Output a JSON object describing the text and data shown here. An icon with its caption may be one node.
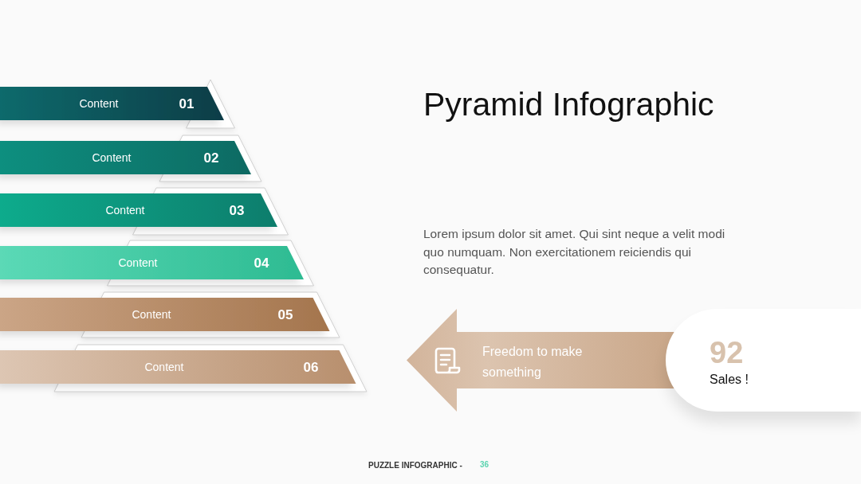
{
  "diagram": {
    "title": "Pyramid Infographic",
    "nodes": [
      {
        "text": [
          "Content",
          "01"
        ]
      },
      {
        "text": [
          "Content",
          "02"
        ]
      },
      {
        "text": [
          "Content",
          "03"
        ]
      },
      {
        "text": [
          "Content",
          "04"
        ]
      },
      {
        "text": [
          "Content",
          "05"
        ]
      },
      {
        "text": [
          "Content",
          "06"
        ]
      },
      {
        "text": [
          "Freedom to make something"
        ]
      },
      {
        "text": [
          "92",
          "Sales !"
        ]
      }
    ],
    "labels": [
      "Lorem ipsum dolor sit amet. Qui sint neque a velit modi quo numquam. Non exercitationem reiciendis qui consequatur.",
      "PUZZLE INFOGRAPHIC -",
      "36"
    ]
  }
}
